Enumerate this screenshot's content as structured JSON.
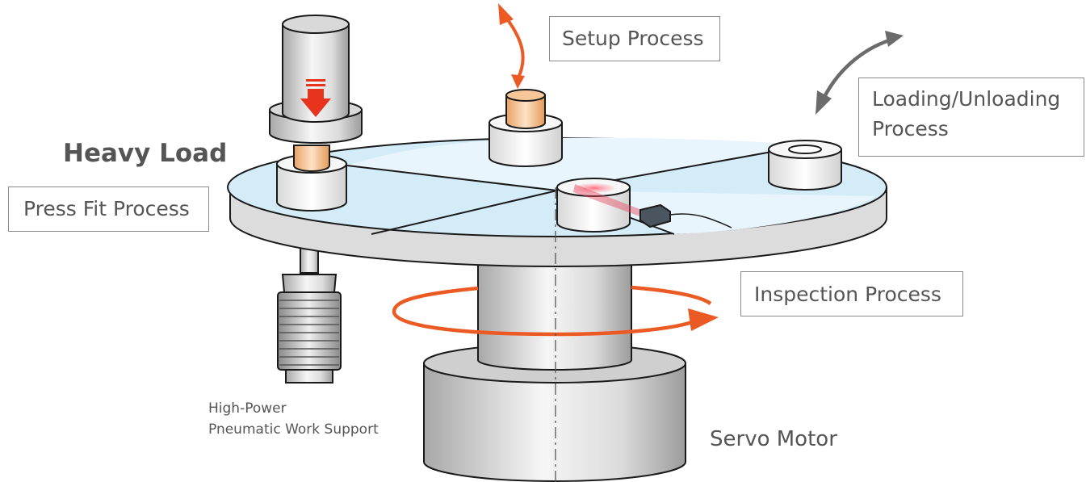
{
  "labels": {
    "setup": "Setup Process",
    "loading_line1": "Loading/Unloading",
    "loading_line2": "Process",
    "heavy_load": "Heavy Load",
    "press_fit": "Press Fit Process",
    "inspection": "Inspection Process",
    "work_support_line1": "High-Power",
    "work_support_line2": "Pneumatic Work Support",
    "servo_motor": "Servo Motor"
  },
  "colors": {
    "table_top": "#cfe9f7",
    "table_top_alt": "#e6f4fb",
    "table_edge": "#d7d7d7",
    "outline": "#1a1a1a",
    "metal_dark": "#a9a9a9",
    "metal_light": "#f4f4f4",
    "workpiece": "#f0b27a",
    "rotation_arrow": "#ec5a24",
    "press_arrow": "#e8331d",
    "load_arrow": "#6b6b6b",
    "laser": "#e5465b"
  },
  "icons": {
    "rotation": "rotation-arrow-icon",
    "press": "press-down-arrow-icon",
    "setup": "setup-double-arrow-icon",
    "loading": "loading-double-arrow-icon",
    "sensor": "sensor-icon"
  }
}
